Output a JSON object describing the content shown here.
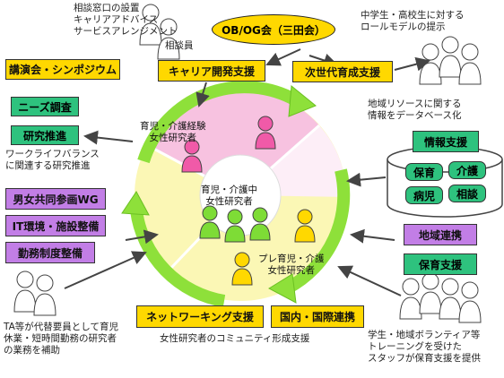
{
  "top_left_note": "相談窓口の設置\nキャリアアドバイス\nサービスアレンジメント",
  "consultant_label": "相談員",
  "obog_label": "OB/OG会（三田会）",
  "top_right_note": "中学生・高校生に対する\nロールモデルの提示",
  "left_boxes": {
    "lectures": "講演会・シンポジウム",
    "needs": "ニーズ調査",
    "research": "研究推進",
    "wg": "男女共同参画WG",
    "it": "IT環境・施設整備",
    "work_system": "勤務制度整備"
  },
  "career_support": "キャリア開発支援",
  "next_gen_support": "次世代育成支援",
  "wlb_note": "ワークライフバランス\nに関連する研究推進",
  "db_note": "地域リソースに関する\n情報をデータベース化",
  "info_support": "情報支援",
  "db_items": [
    "保育",
    "介護",
    "病児",
    "相談"
  ],
  "regional": "地域連携",
  "childcare": "保育支援",
  "experienced": "育児・介護経験\n女性研究者",
  "current": "育児・介護中\n女性研究者",
  "pre": "プレ育児・介護\n女性研究者",
  "networking": "ネットワーキング支援",
  "intl": "国内・国際連携",
  "community_note": "女性研究者のコミュニティ形成支援",
  "bottom_left_note": "TA等が代替要員として育児\n休業・短時間勤務の研究者\nの業務を補助",
  "bottom_right_note": "学生・地域ボランティア等\nトレーニングを受けた\nスタッフが保育支援を提供",
  "colors": {
    "yellow": "#ffd800",
    "green": "#2ec27e",
    "purple": "#c27ee6",
    "pink": "#f7c2e0",
    "cream": "#fbf7b5",
    "arrow_green": "#8ee03a"
  }
}
